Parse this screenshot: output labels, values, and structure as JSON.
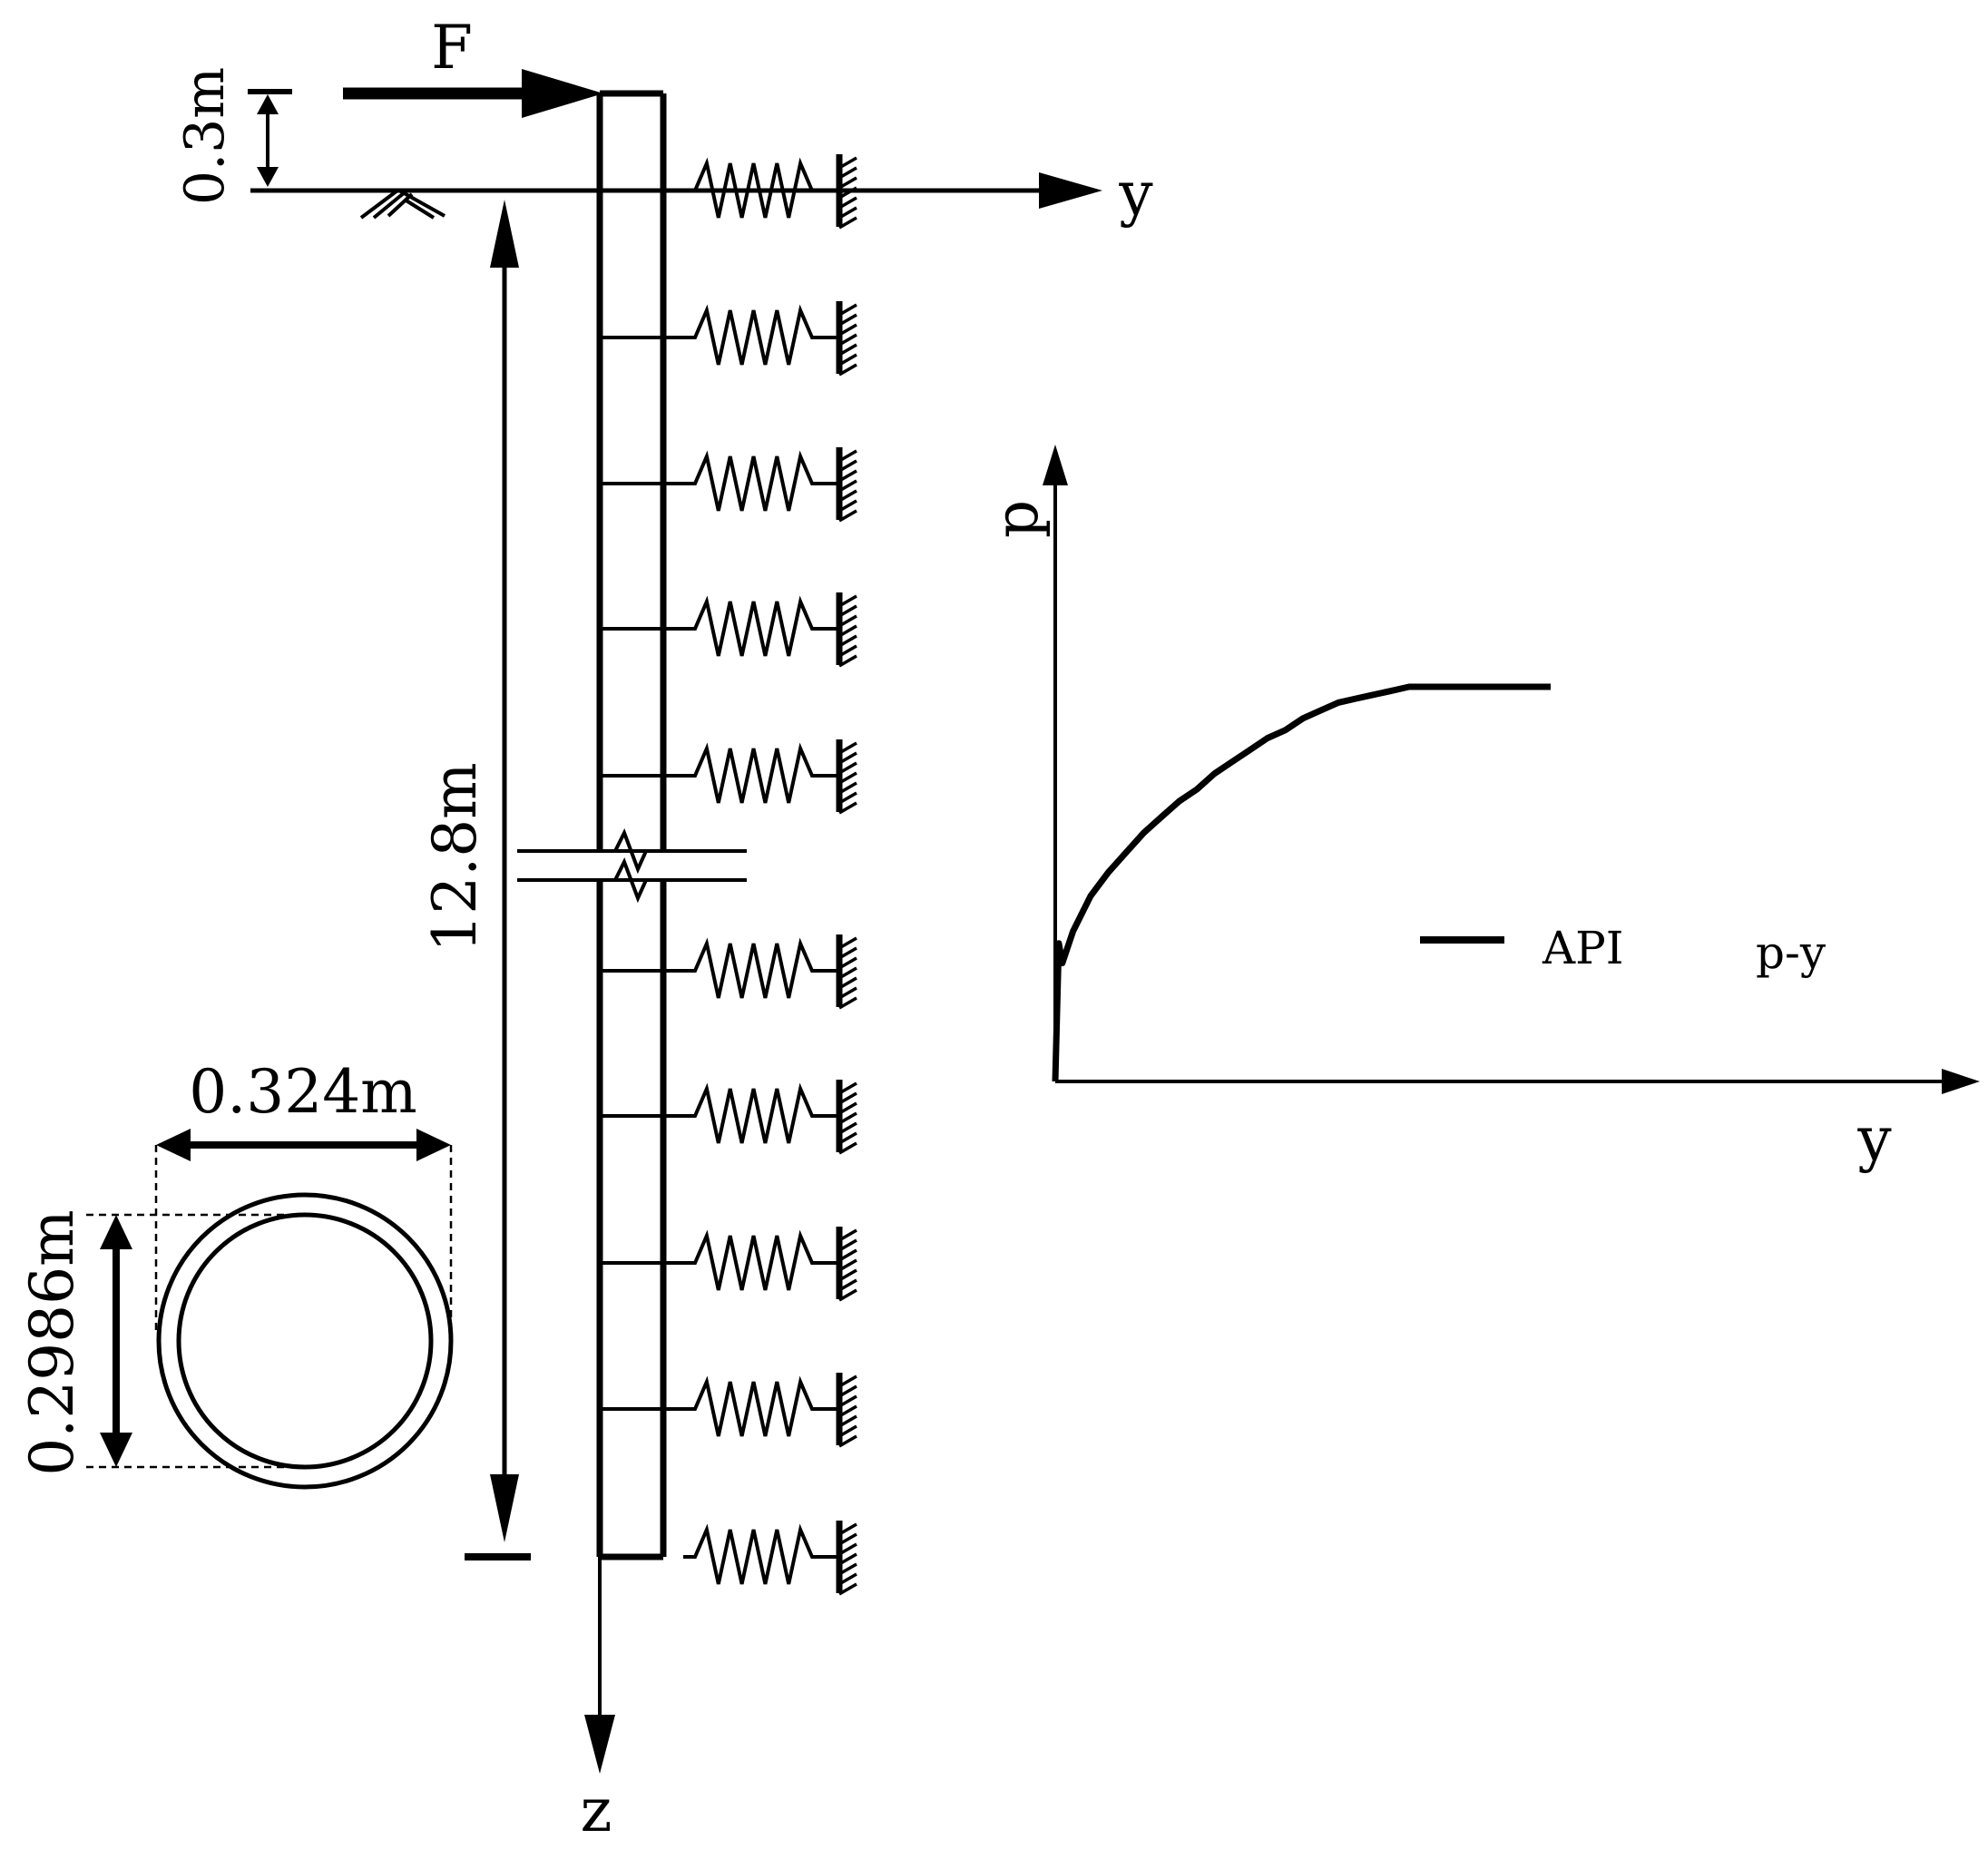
{
  "labels": {
    "force": "F",
    "axis_y_top": "y",
    "axis_z": "z",
    "height_above_ground": "0.3m",
    "embedded_length": "12.8m",
    "outer_diameter": "0.324m",
    "inner_diameter": "0.2986m"
  },
  "py_chart": {
    "ylabel": "p",
    "xlabel": "y",
    "legend": {
      "series_name": "API",
      "suffix": "p-y"
    }
  },
  "colors": {
    "ink": "#000000",
    "background": "#ffffff"
  },
  "chart_data": {
    "type": "line",
    "xlabel": "y",
    "ylabel": "p",
    "title": "",
    "series": [
      {
        "name": "API",
        "x": [
          0.0,
          0.01,
          0.02,
          0.05,
          0.1,
          0.15,
          0.2,
          0.25,
          0.3,
          0.35,
          0.4,
          0.45,
          0.5,
          0.55,
          0.6,
          0.65,
          0.7,
          0.75,
          0.8,
          0.85,
          0.9,
          0.95,
          1.0,
          1.4
        ],
        "y": [
          0.0,
          0.35,
          0.3,
          0.38,
          0.47,
          0.53,
          0.58,
          0.63,
          0.67,
          0.71,
          0.74,
          0.78,
          0.81,
          0.84,
          0.87,
          0.89,
          0.92,
          0.94,
          0.96,
          0.97,
          0.98,
          0.99,
          1.0,
          1.0
        ]
      }
    ],
    "grid": false,
    "legend": "right"
  }
}
